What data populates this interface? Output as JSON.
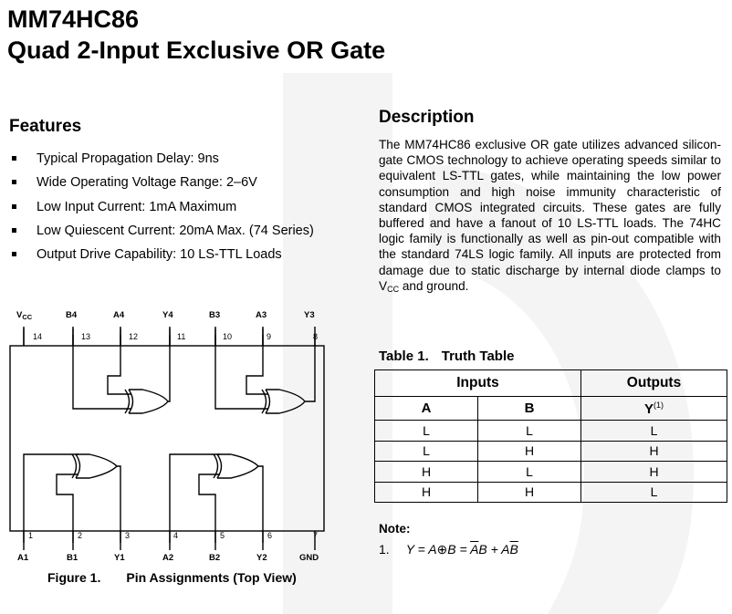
{
  "title_line1": "MM74HC86",
  "title_line2": "Quad 2-Input Exclusive OR Gate",
  "features": {
    "heading": "Features",
    "items": [
      "Typical Propagation Delay: 9ns",
      "Wide Operating Voltage Range: 2–6V",
      "Low Input Current: 1mA Maximum",
      "Low Quiescent Current: 20mA Max. (74 Series)",
      "Output Drive Capability: 10 LS-TTL Loads"
    ]
  },
  "description": {
    "heading": "Description",
    "text_main": "The MM74HC86 exclusive OR gate utilizes advanced silicon-gate CMOS technology to achieve operating speeds similar to equivalent LS-TTL gates, while maintaining the low power consumption and high noise immunity characteristic of standard CMOS integrated circuits. These gates are fully buffered and have a fanout of 10 LS-TTL loads. The 74HC logic family is functionally as well as pin-out compatible with the standard 74LS logic family. All inputs are protected from damage due to static discharge by internal diode clamps to V",
    "text_sub": "CC",
    "text_end": " and ground."
  },
  "truth_table": {
    "label": "Table 1.",
    "title": "Truth Table",
    "inputs_header": "Inputs",
    "outputs_header": "Outputs",
    "col_a": "A",
    "col_b": "B",
    "col_y": "Y",
    "col_y_note": "(1)",
    "rows": [
      [
        "L",
        "L",
        "L"
      ],
      [
        "L",
        "H",
        "H"
      ],
      [
        "H",
        "L",
        "H"
      ],
      [
        "H",
        "H",
        "L"
      ]
    ]
  },
  "note": {
    "heading": "Note:",
    "number": "1.",
    "eq_left": "Y = A",
    "eq_xor": "⊕",
    "eq_mid": "B = ",
    "eq_abar": "A",
    "eq_b": "B + A",
    "eq_bbar": "B"
  },
  "figure": {
    "label": "Figure 1.",
    "caption": "Pin Assignments (Top View)",
    "top_pins": [
      {
        "label": "V",
        "sub": "CC",
        "num": "14"
      },
      {
        "label": "B4",
        "sub": "",
        "num": "13"
      },
      {
        "label": "A4",
        "sub": "",
        "num": "12"
      },
      {
        "label": "Y4",
        "sub": "",
        "num": "11"
      },
      {
        "label": "B3",
        "sub": "",
        "num": "10"
      },
      {
        "label": "A3",
        "sub": "",
        "num": "9"
      },
      {
        "label": "Y3",
        "sub": "",
        "num": "8"
      }
    ],
    "bottom_pins": [
      {
        "label": "A1",
        "num": "1"
      },
      {
        "label": "B1",
        "num": "2"
      },
      {
        "label": "Y1",
        "num": "3"
      },
      {
        "label": "A2",
        "num": "4"
      },
      {
        "label": "B2",
        "num": "5"
      },
      {
        "label": "Y2",
        "num": "6"
      },
      {
        "label": "GND",
        "num": "7"
      }
    ]
  },
  "watermark_icon": "fairchild-logo-icon"
}
